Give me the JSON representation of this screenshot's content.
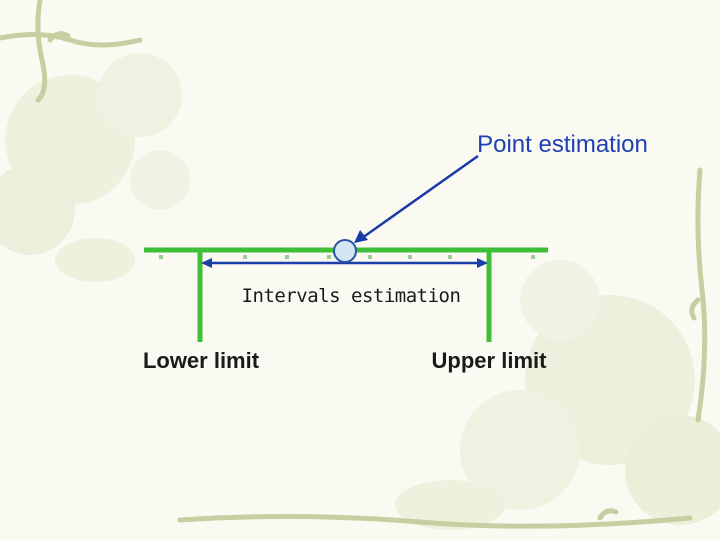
{
  "labels": {
    "point": "Point estimation",
    "interval": "Intervals estimation",
    "lower": "Lower limit",
    "upper": "Upper limit"
  },
  "colors": {
    "background": "#fbfaf2",
    "decoration": "#c8cda2",
    "bar_green": "#3fbf38",
    "interval_arrow": "#1c3fa8",
    "pointer_arrow": "#1a3aa8",
    "point_fill": "#d4e6f4",
    "point_stroke": "#2a54a6",
    "label_blue": "#1f3fb4",
    "text_dark": "#1a1a1a"
  }
}
